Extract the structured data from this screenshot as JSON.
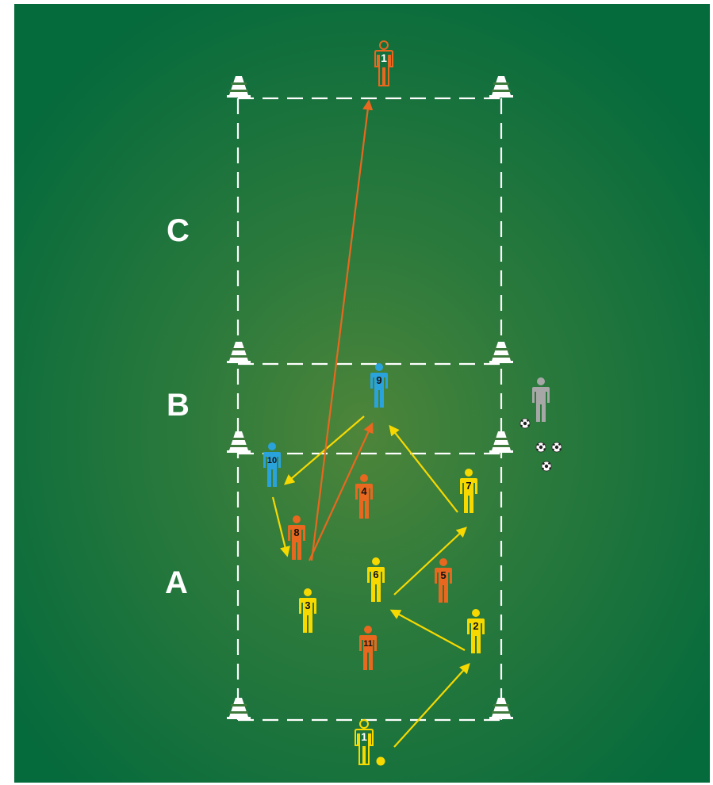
{
  "zones": [
    {
      "label": "C"
    },
    {
      "label": "B"
    },
    {
      "label": "A"
    }
  ],
  "colors": {
    "pitch_center": "#4e853a",
    "pitch_edge": "#056a3c",
    "lines": "#ffffff",
    "yellow_team": "#f7d900",
    "orange_team": "#e8681f",
    "blue_team": "#2aa3dc",
    "coach": "#a7a7a7"
  },
  "players": {
    "gk_top": {
      "number": "1",
      "team": "orange-goalkeeper"
    },
    "gk_bottom": {
      "number": "1",
      "team": "yellow-goalkeeper"
    },
    "blue_9": {
      "number": "9",
      "team": "blue"
    },
    "blue_10": {
      "number": "10",
      "team": "blue"
    },
    "orange_4": {
      "number": "4",
      "team": "orange"
    },
    "orange_8": {
      "number": "8",
      "team": "orange"
    },
    "orange_5": {
      "number": "5",
      "team": "orange"
    },
    "orange_11": {
      "number": "11",
      "team": "orange"
    },
    "yellow_7": {
      "number": "7",
      "team": "yellow"
    },
    "yellow_6": {
      "number": "6",
      "team": "yellow"
    },
    "yellow_3": {
      "number": "3",
      "team": "yellow"
    },
    "yellow_2": {
      "number": "2",
      "team": "yellow"
    },
    "coach": {
      "number": "",
      "team": "coach"
    }
  },
  "icons": [
    "cone-icon",
    "ball-icon",
    "player-icon",
    "goalkeeper-icon",
    "arrow-icon"
  ]
}
